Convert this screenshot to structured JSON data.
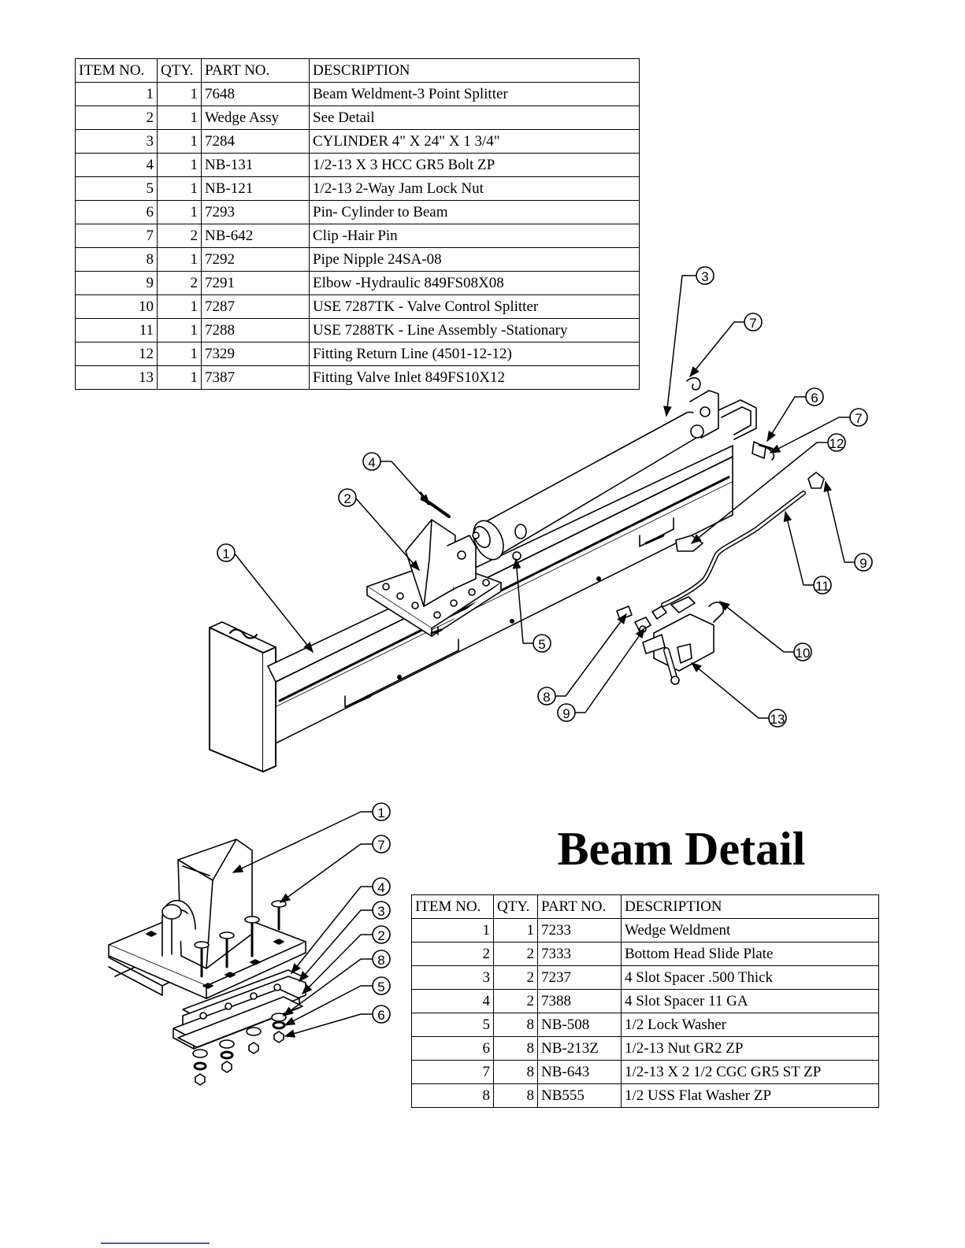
{
  "main_table": {
    "headers": [
      "ITEM NO.",
      "QTY.",
      "PART NO.",
      "DESCRIPTION"
    ],
    "rows": [
      [
        "1",
        "1",
        "7648",
        "Beam Weldment-3 Point Splitter"
      ],
      [
        "2",
        "1",
        "Wedge Assy",
        "See Detail"
      ],
      [
        "3",
        "1",
        "7284",
        "CYLINDER 4\" X 24\" X 1 3/4\""
      ],
      [
        "4",
        "1",
        "NB-131",
        "1/2-13 X 3 HCC GR5 Bolt ZP"
      ],
      [
        "5",
        "1",
        "NB-121",
        "1/2-13 2-Way Jam Lock Nut"
      ],
      [
        "6",
        "1",
        "7293",
        "Pin- Cylinder to Beam"
      ],
      [
        "7",
        "2",
        "NB-642",
        "Clip -Hair Pin"
      ],
      [
        "8",
        "1",
        "7292",
        "Pipe Nipple 24SA-08"
      ],
      [
        "9",
        "2",
        "7291",
        "Elbow -Hydraulic 849FS08X08"
      ],
      [
        "10",
        "1",
        "7287",
        "USE 7287TK - Valve Control Splitter"
      ],
      [
        "11",
        "1",
        "7288",
        "USE 7288TK - Line Assembly -Stationary"
      ],
      [
        "12",
        "1",
        "7329",
        "Fitting Return Line (4501-12-12)"
      ],
      [
        "13",
        "1",
        "7387",
        "Fitting Valve Inlet 849FS10X12"
      ]
    ]
  },
  "detail_title": "Beam Detail",
  "detail_table": {
    "headers": [
      "ITEM NO.",
      "QTY.",
      "PART NO.",
      "DESCRIPTION"
    ],
    "rows": [
      [
        "1",
        "1",
        "7233",
        "Wedge Weldment"
      ],
      [
        "2",
        "2",
        "7333",
        "Bottom Head Slide Plate"
      ],
      [
        "3",
        "2",
        "7237",
        "4 Slot Spacer .500 Thick"
      ],
      [
        "4",
        "2",
        "7388",
        "4 Slot Spacer 11 GA"
      ],
      [
        "5",
        "8",
        "NB-508",
        "1/2 Lock Washer"
      ],
      [
        "6",
        "8",
        "NB-213Z",
        "1/2-13 Nut GR2 ZP"
      ],
      [
        "7",
        "8",
        "NB-643",
        "1/2-13 X 2 1/2 CGC GR5 ST ZP"
      ],
      [
        "8",
        "8",
        "NB555",
        "1/2 USS Flat Washer ZP"
      ]
    ]
  },
  "main_callouts": [
    "1",
    "2",
    "3",
    "4",
    "5",
    "6",
    "7",
    "7",
    "8",
    "9",
    "9",
    "10",
    "11",
    "12",
    "13"
  ],
  "detail_callouts": [
    "1",
    "7",
    "4",
    "3",
    "2",
    "8",
    "5",
    "6"
  ],
  "colors": {
    "ink": "#000000",
    "paper": "#ffffff",
    "footer_link": "#3b5bd6"
  }
}
